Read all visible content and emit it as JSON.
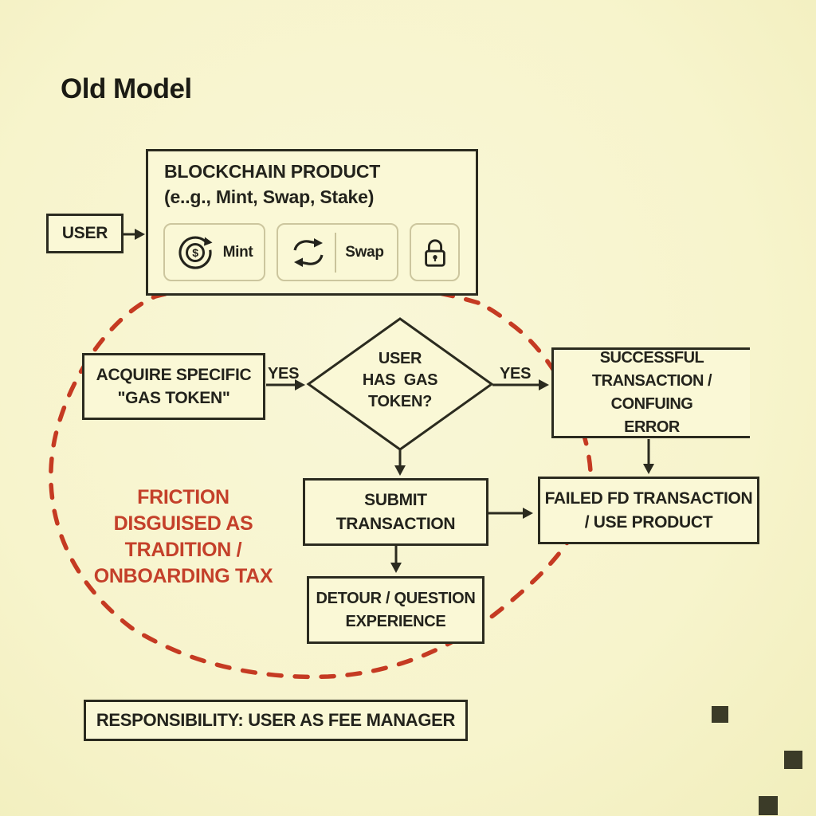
{
  "title": "Old Model",
  "colors": {
    "background": "#f7f4cc",
    "box_fill": "#faf8d6",
    "line": "#2b2b1f",
    "text": "#23231c",
    "dashed_ellipse_red": "#c53a22",
    "annotation_red": "#c4402a",
    "chip_border": "#ccc69e"
  },
  "nodes": {
    "user": {
      "label": "USER"
    },
    "blockchain": {
      "title": "BLOCKCHAIN PRODUCT",
      "subtitle": "(e..g., Mint, Swap, Stake)",
      "chips": [
        {
          "icon": "mint-coin-icon",
          "label": "Mint"
        },
        {
          "icon": "swap-arrows-icon",
          "label": "Swap"
        },
        {
          "icon": "lock-icon",
          "label": ""
        }
      ]
    },
    "acquire": {
      "line1": "ACQUIRE SPECIFIC",
      "line2": "\"GAS TOKEN\""
    },
    "decision": {
      "line1": "USER",
      "line2": "HAS  GAS",
      "line3": "TOKEN?"
    },
    "successful": {
      "line1": "SUCCESSFUL",
      "line2": "TRANSACTION / CONFUING",
      "line3": "ERROR"
    },
    "submit": {
      "line1": "SUBMIT",
      "line2": "TRANSACTION"
    },
    "failed": {
      "line1": "FAILED FD TRANSACTION",
      "line2": "/ USE PRODUCT"
    },
    "detour": {
      "line1": "DETOUR / QUESTION",
      "line2": "EXPERIENCE"
    },
    "responsibility": {
      "label": "RESPONSIBILITY: USER AS FEE MANAGER"
    }
  },
  "labels": {
    "yes_left": "YES",
    "yes_right": "YES"
  },
  "annotation": {
    "line1": "FRICTION",
    "line2": "DISGUISED AS",
    "line3": "TRADITION /",
    "line4": "ONBOARDING TAX"
  }
}
